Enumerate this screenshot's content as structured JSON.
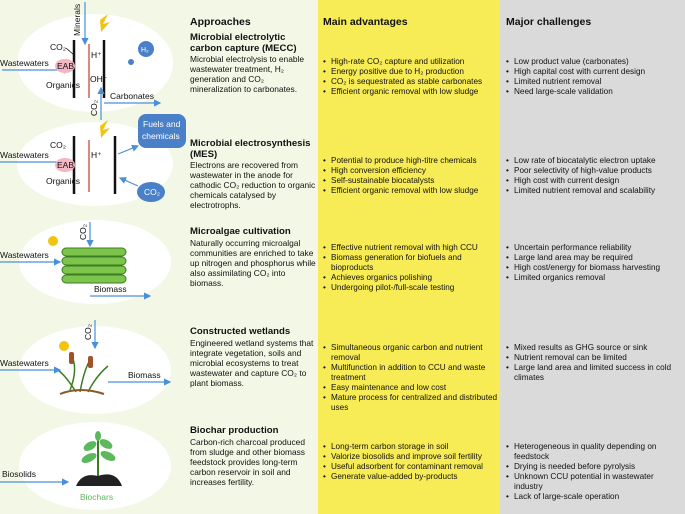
{
  "headers": {
    "approaches": "Approaches",
    "advantages": "Main advantages",
    "challenges": "Major challenges"
  },
  "colors": {
    "approach_bg": "#f3f8e6",
    "advantages_bg": "#f7ec55",
    "challenges_bg": "#dadada",
    "arrow": "#4a90d9",
    "eab": "#f4b6c2",
    "fuels": "#4a80c8"
  },
  "rows": [
    {
      "title": "Microbial electrolytic carbon capture (MECC)",
      "description": "Microbial electrolysis to enable wastewater treatment, H₂ generation and CO₂ mineralization to carbonates.",
      "advantages": [
        "High-rate CO₂ capture and utilization",
        "Energy positive due to H₂ production",
        "CO₂ is sequestrated as stable carbonates",
        "Efficient organic removal with low sludge"
      ],
      "challenges": [
        "Low product value (carbonates)",
        "High capital cost with current design",
        "Limited nutrient removal",
        "Need large-scale validation"
      ],
      "illustration": {
        "minerals": "Minerals",
        "co2": "CO₂",
        "wastewaters": "Wastewaters",
        "eab": "EAB",
        "organics": "Organics",
        "h_plus": "H⁺",
        "oh_minus": "OH⁻",
        "h2": "H₂",
        "co2_bottom": "CO₂",
        "carbonates": "Carbonates"
      }
    },
    {
      "title": "Microbial electrosynthesis (MES)",
      "description": "Electrons are recovered from wastewater in the anode for cathodic CO₂ reduction to organic chemicals catalysed by electrotrophs.",
      "advantages": [
        "Potential to produce high-titre chemicals",
        "High conversion efficiency",
        "Self-sustainable biocatalysts",
        "Efficient organic removal with low sludge"
      ],
      "challenges": [
        "Low rate of biocatalytic electron uptake",
        "Poor selectivity of high-value products",
        "High cost with current design",
        "Limited nutrient removal and scalability"
      ],
      "illustration": {
        "co2": "CO₂",
        "wastewaters": "Wastewaters",
        "eab": "EAB",
        "organics": "Organics",
        "h_plus": "H⁺",
        "fuels_line1": "Fuels and",
        "fuels_line2": "chemicals",
        "co2_bubble": "CO₂"
      }
    },
    {
      "title": "Microalgae cultivation",
      "description": "Naturally occurring microalgal communities are enriched to take up nitrogen and phosphorus while also assimilating CO₂ into biomass.",
      "advantages": [
        "Effective nutrient removal with high CCU",
        "Biomass generation for biofuels and bioproducts",
        "Achieves organics polishing",
        "Undergoing pilot-/full-scale testing"
      ],
      "challenges": [
        "Uncertain performance reliability",
        "Large land area may be required",
        "High cost/energy for biomass harvesting",
        "Limited organics removal"
      ],
      "illustration": {
        "co2": "CO₂",
        "wastewaters": "Wastewaters",
        "biomass": "Biomass"
      }
    },
    {
      "title": "Constructed wetlands",
      "description": "Engineered wetland systems that integrate vegetation, soils and microbial ecosystems to treat wastewater and capture CO₂ to plant biomass.",
      "advantages": [
        "Simultaneous organic carbon and nutrient removal",
        "Multifunction in addition to CCU and waste treatment",
        "Easy maintenance and low cost",
        "Mature process for centralized and distributed uses"
      ],
      "challenges": [
        "Mixed results as GHG source or sink",
        "Nutrient removal can be limited",
        "Large land area and limited success in cold climates"
      ],
      "illustration": {
        "co2": "CO₂",
        "wastewaters": "Wastewaters",
        "biomass": "Biomass"
      }
    },
    {
      "title": "Biochar production",
      "description": "Carbon-rich charcoal produced from sludge and other biomass feedstock provides long-term carbon reservoir in soil and increases fertility.",
      "advantages": [
        "Long-term carbon storage in soil",
        "Valorize biosolids and improve soil fertility",
        "Useful adsorbent for contaminant removal",
        "Generate value-added by-products"
      ],
      "challenges": [
        "Heterogeneous in quality depending on feedstock",
        "Drying is needed before pyrolysis",
        "Unknown CCU potential in wastewater industry",
        "Lack of large-scale operation"
      ],
      "illustration": {
        "biosolids": "Biosolids",
        "biochars": "Biochars"
      }
    }
  ]
}
